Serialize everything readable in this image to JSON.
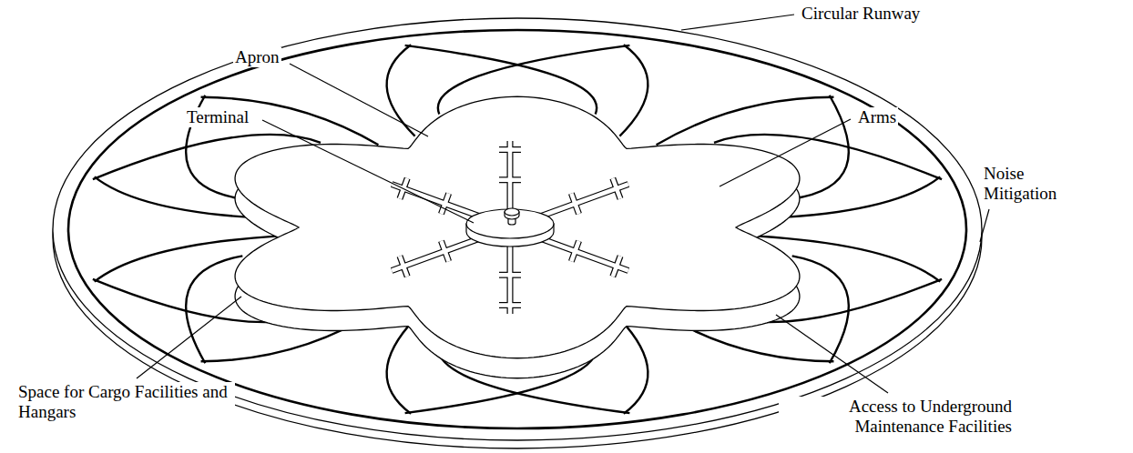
{
  "diagram": {
    "labels": [
      "Circular Runway",
      "Apron",
      "Terminal",
      "Arms",
      "Noise Mitigation",
      "Space for Cargo Facilities and Hangars",
      "Access to Underground Maintenance Facilities"
    ]
  }
}
